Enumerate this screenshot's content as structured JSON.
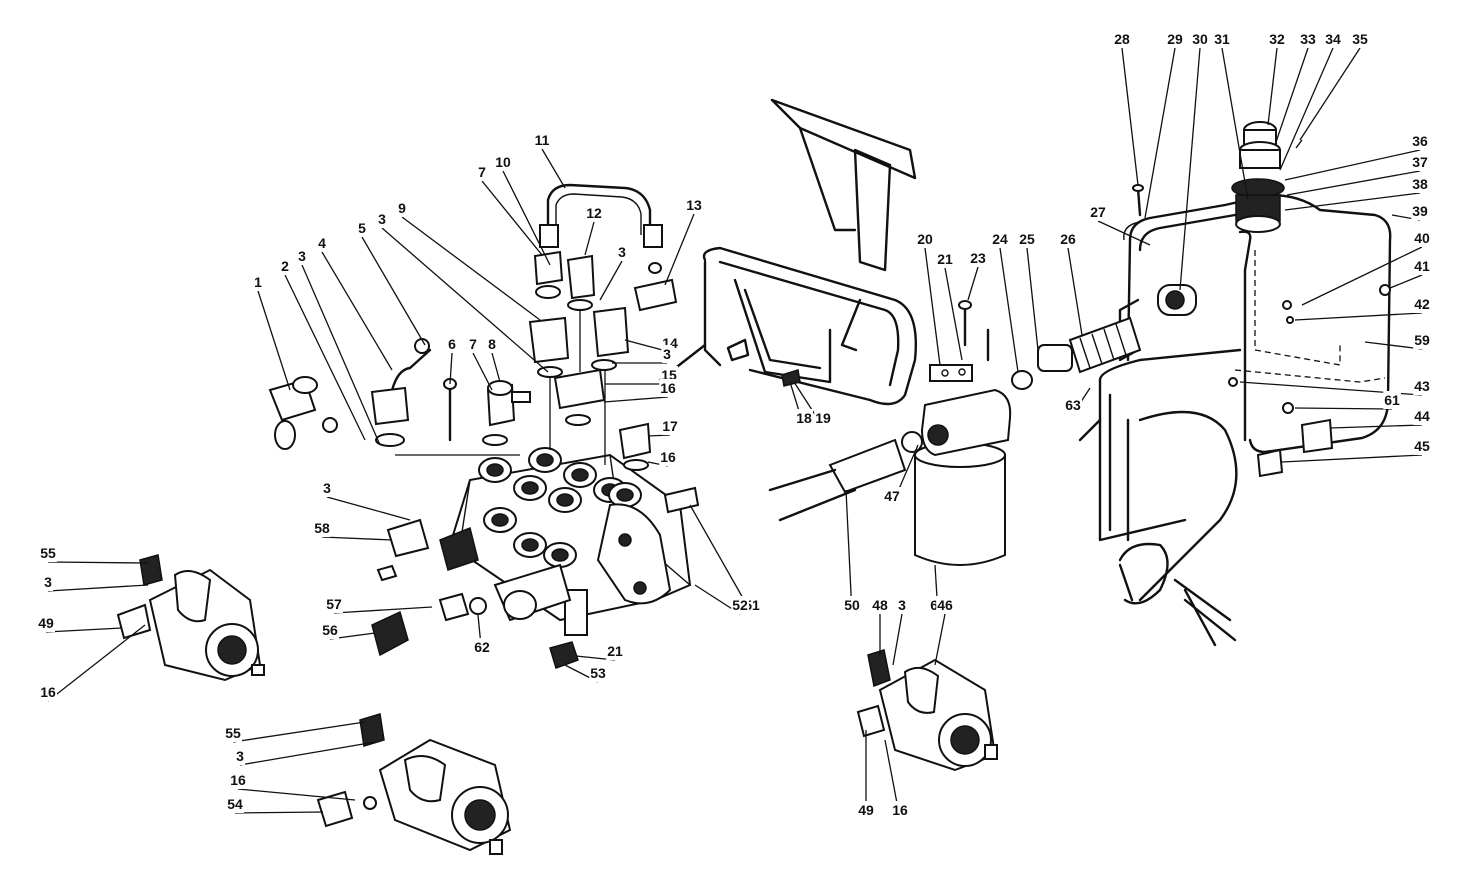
{
  "diagram": {
    "callouts": [
      {
        "id": "c1",
        "text": "1"
      },
      {
        "id": "c2",
        "text": "2"
      },
      {
        "id": "c3a",
        "text": "3"
      },
      {
        "id": "c4",
        "text": "4"
      },
      {
        "id": "c5",
        "text": "5"
      },
      {
        "id": "c3b",
        "text": "3"
      },
      {
        "id": "c9",
        "text": "9"
      },
      {
        "id": "c7a",
        "text": "7"
      },
      {
        "id": "c10",
        "text": "10"
      },
      {
        "id": "c11",
        "text": "11"
      },
      {
        "id": "c12",
        "text": "12"
      },
      {
        "id": "c3c",
        "text": "3"
      },
      {
        "id": "c13",
        "text": "13"
      },
      {
        "id": "c6",
        "text": "6"
      },
      {
        "id": "c7b",
        "text": "7"
      },
      {
        "id": "c8",
        "text": "8"
      },
      {
        "id": "c14",
        "text": "14"
      },
      {
        "id": "c3d",
        "text": "3"
      },
      {
        "id": "c15",
        "text": "15"
      },
      {
        "id": "c16a",
        "text": "16"
      },
      {
        "id": "c17",
        "text": "17"
      },
      {
        "id": "c16b",
        "text": "16"
      },
      {
        "id": "c3e",
        "text": "3"
      },
      {
        "id": "c58",
        "text": "58"
      },
      {
        "id": "c51",
        "text": "51"
      },
      {
        "id": "c52",
        "text": "52"
      },
      {
        "id": "c57",
        "text": "57"
      },
      {
        "id": "c56",
        "text": "56"
      },
      {
        "id": "c62",
        "text": "62"
      },
      {
        "id": "c21a",
        "text": "21"
      },
      {
        "id": "c53",
        "text": "53"
      },
      {
        "id": "c55a",
        "text": "55"
      },
      {
        "id": "c3f",
        "text": "3"
      },
      {
        "id": "c49a",
        "text": "49"
      },
      {
        "id": "c16c",
        "text": "16"
      },
      {
        "id": "c55b",
        "text": "55"
      },
      {
        "id": "c3g",
        "text": "3"
      },
      {
        "id": "c16d",
        "text": "16"
      },
      {
        "id": "c54",
        "text": "54"
      },
      {
        "id": "c18",
        "text": "18"
      },
      {
        "id": "c19",
        "text": "19"
      },
      {
        "id": "c20",
        "text": "20"
      },
      {
        "id": "c21b",
        "text": "21"
      },
      {
        "id": "c23",
        "text": "23"
      },
      {
        "id": "c24",
        "text": "24"
      },
      {
        "id": "c25",
        "text": "25"
      },
      {
        "id": "c26",
        "text": "26"
      },
      {
        "id": "c47",
        "text": "47"
      },
      {
        "id": "c50",
        "text": "50"
      },
      {
        "id": "c60",
        "text": "60"
      },
      {
        "id": "c48",
        "text": "48"
      },
      {
        "id": "c3h",
        "text": "3"
      },
      {
        "id": "c46",
        "text": "46"
      },
      {
        "id": "c49b",
        "text": "49"
      },
      {
        "id": "c16e",
        "text": "16"
      },
      {
        "id": "c63",
        "text": "63"
      },
      {
        "id": "c27",
        "text": "27"
      },
      {
        "id": "c28",
        "text": "28"
      },
      {
        "id": "c29",
        "text": "29"
      },
      {
        "id": "c30",
        "text": "30"
      },
      {
        "id": "c31",
        "text": "31"
      },
      {
        "id": "c32",
        "text": "32"
      },
      {
        "id": "c33",
        "text": "33"
      },
      {
        "id": "c34",
        "text": "34"
      },
      {
        "id": "c35",
        "text": "35"
      },
      {
        "id": "c36",
        "text": "36"
      },
      {
        "id": "c37",
        "text": "37"
      },
      {
        "id": "c38",
        "text": "38"
      },
      {
        "id": "c39",
        "text": "39"
      },
      {
        "id": "c40",
        "text": "40"
      },
      {
        "id": "c41",
        "text": "41"
      },
      {
        "id": "c42",
        "text": "42"
      },
      {
        "id": "c59",
        "text": "59"
      },
      {
        "id": "c43",
        "text": "43"
      },
      {
        "id": "c61",
        "text": "61"
      },
      {
        "id": "c44",
        "text": "44"
      },
      {
        "id": "c45",
        "text": "45"
      }
    ]
  }
}
